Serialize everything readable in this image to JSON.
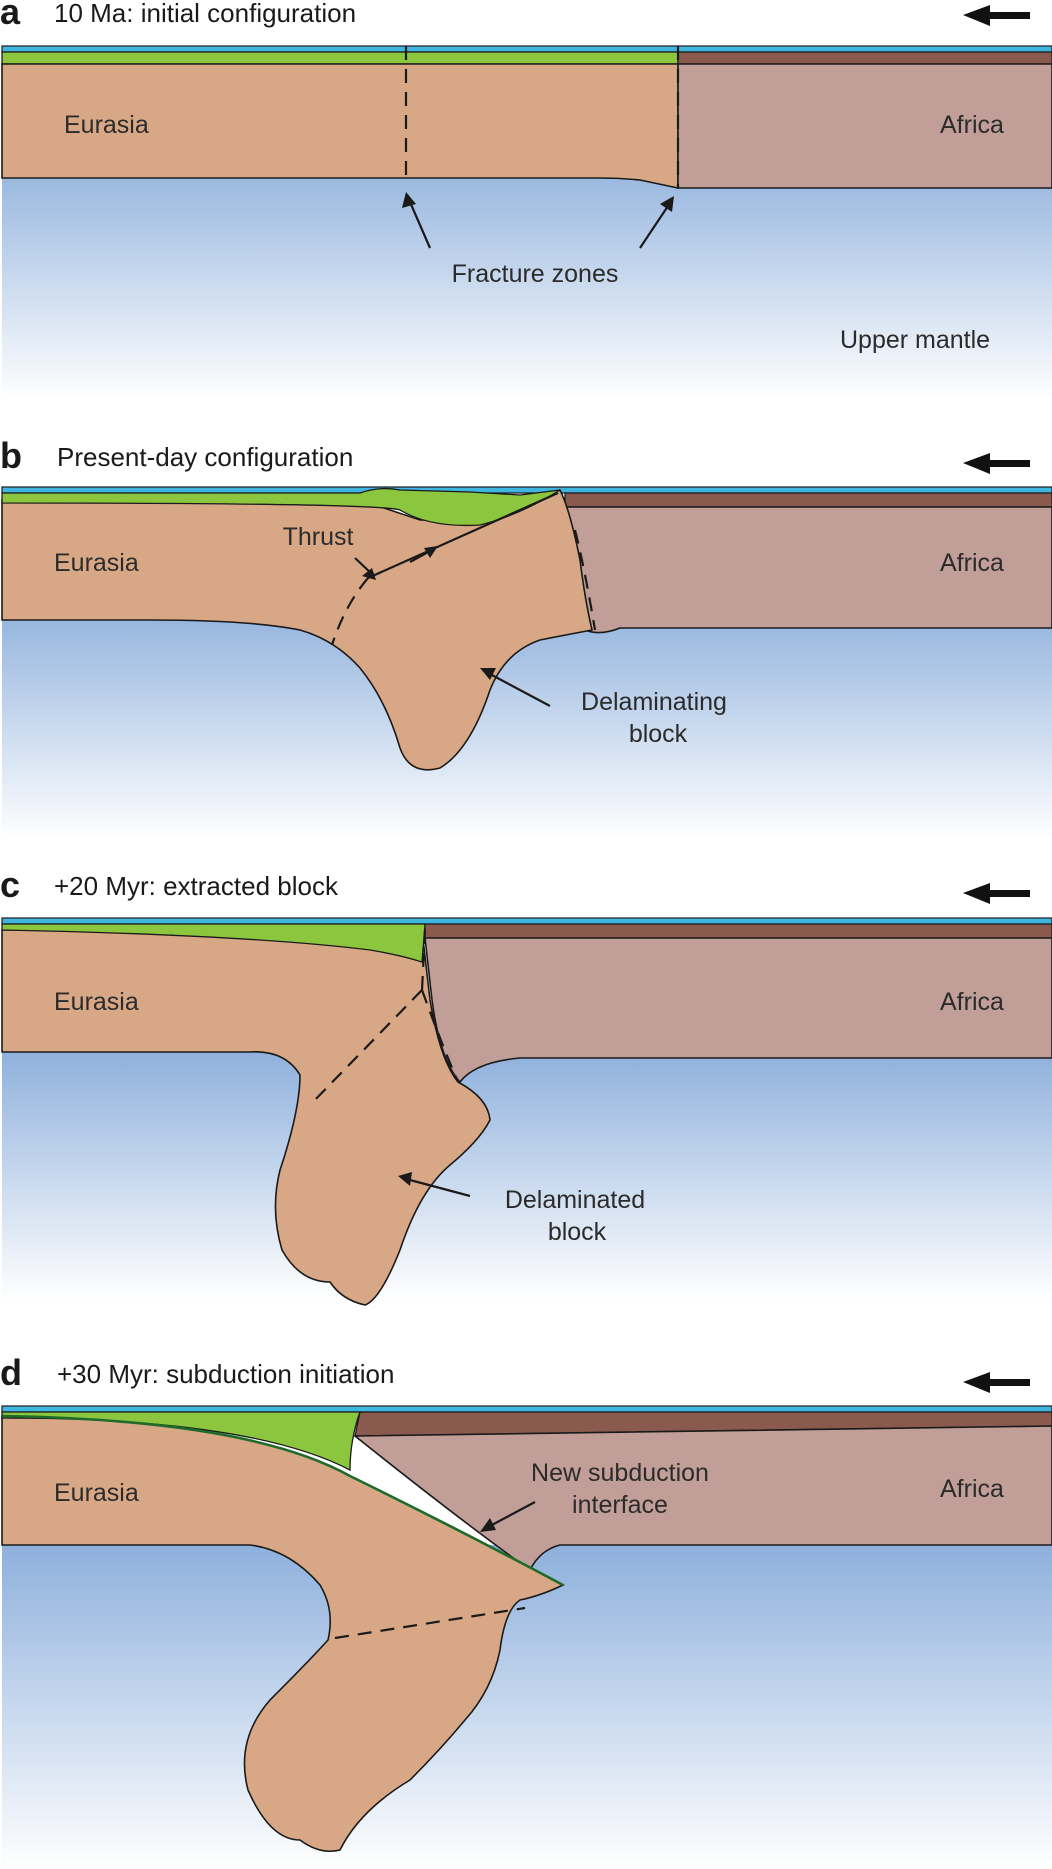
{
  "panels": [
    {
      "letter": "a",
      "title": "10 Ma: initial configuration",
      "left_plate": "Eurasia",
      "right_plate": "Africa",
      "annotation": "Fracture zones",
      "mantle": "Upper mantle"
    },
    {
      "letter": "b",
      "title": "Present-day configuration",
      "left_plate": "Eurasia",
      "right_plate": "Africa",
      "annotation_thrust": "Thrust",
      "annotation_block_line1": "Delaminating",
      "annotation_block_line2": "block"
    },
    {
      "letter": "c",
      "title": "+20 Myr: extracted block",
      "left_plate": "Eurasia",
      "right_plate": "Africa",
      "annotation_block_line1": "Delaminated",
      "annotation_block_line2": "block"
    },
    {
      "letter": "d",
      "title": "+30 Myr: subduction initiation",
      "left_plate": "Eurasia",
      "right_plate": "Africa",
      "annotation_line1": "New subduction",
      "annotation_line2": "interface"
    }
  ],
  "colors": {
    "eurasia": "#d8a886",
    "africa": "#c19f98",
    "green_sediment": "#8cc63f",
    "ocean": "#3fb6e0",
    "mantle_top": "#8eb0dc",
    "mantle_bottom": "#ffffff"
  }
}
